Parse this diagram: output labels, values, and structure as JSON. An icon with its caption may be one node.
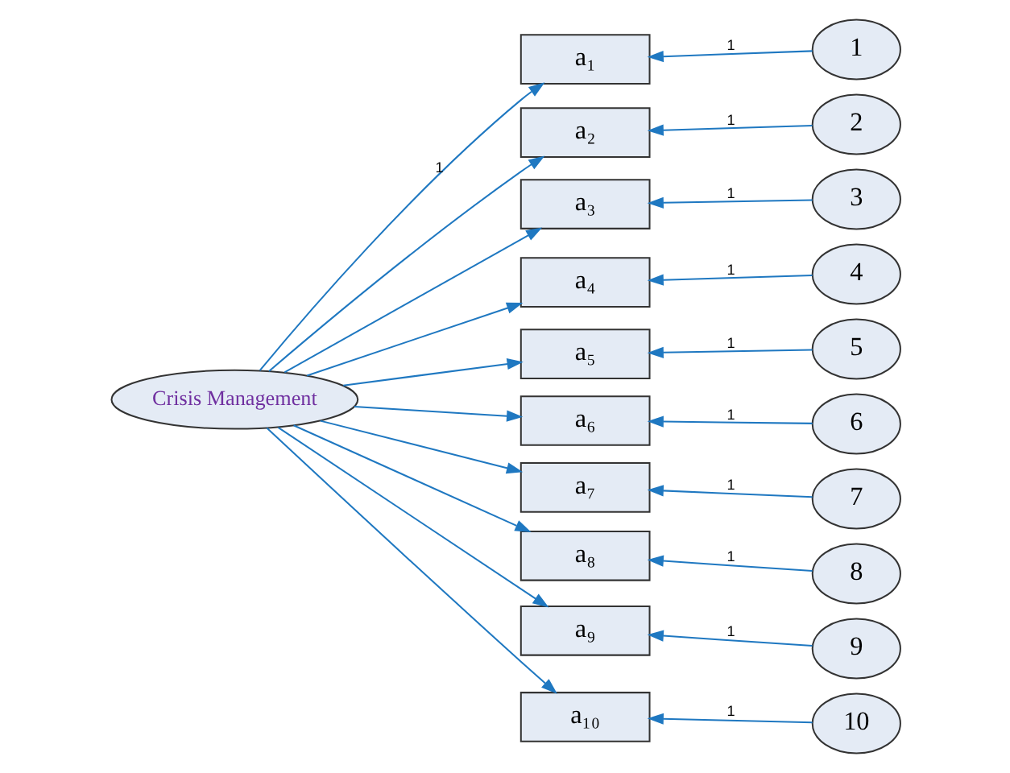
{
  "diagram": {
    "nodes": [
      {
        "text": [
          "Crisis Management"
        ]
      },
      {
        "text": [
          "a₁"
        ]
      },
      {
        "text": [
          "a₂"
        ]
      },
      {
        "text": [
          "a₃"
        ]
      },
      {
        "text": [
          "a₄"
        ]
      },
      {
        "text": [
          "a₅"
        ]
      },
      {
        "text": [
          "a₆"
        ]
      },
      {
        "text": [
          "a₇"
        ]
      },
      {
        "text": [
          "a₈"
        ]
      },
      {
        "text": [
          "a₉"
        ]
      },
      {
        "text": [
          "a₁₀"
        ]
      },
      {
        "text": [
          "1"
        ]
      },
      {
        "text": [
          "2"
        ]
      },
      {
        "text": [
          "3"
        ]
      },
      {
        "text": [
          "4"
        ]
      },
      {
        "text": [
          "5"
        ]
      },
      {
        "text": [
          "6"
        ]
      },
      {
        "text": [
          "7"
        ]
      },
      {
        "text": [
          "8"
        ]
      },
      {
        "text": [
          "9"
        ]
      },
      {
        "text": [
          "10"
        ]
      }
    ],
    "edges": [
      {
        "from": 0,
        "to": 1,
        "arrow": "to",
        "label": "1"
      },
      {
        "from": 0,
        "to": 2,
        "arrow": "to"
      },
      {
        "from": 0,
        "to": 3,
        "arrow": "to"
      },
      {
        "from": 0,
        "to": 4,
        "arrow": "to"
      },
      {
        "from": 0,
        "to": 5,
        "arrow": "to"
      },
      {
        "from": 0,
        "to": 6,
        "arrow": "to"
      },
      {
        "from": 0,
        "to": 7,
        "arrow": "to"
      },
      {
        "from": 0,
        "to": 8,
        "arrow": "to"
      },
      {
        "from": 0,
        "to": 9,
        "arrow": "to"
      },
      {
        "from": 0,
        "to": 10,
        "arrow": "to"
      },
      {
        "from": 11,
        "to": 1,
        "arrow": "to",
        "label": "1"
      },
      {
        "from": 12,
        "to": 2,
        "arrow": "to",
        "label": "1"
      },
      {
        "from": 13,
        "to": 3,
        "arrow": "to",
        "label": "1"
      },
      {
        "from": 14,
        "to": 4,
        "arrow": "to",
        "label": "1"
      },
      {
        "from": 15,
        "to": 5,
        "arrow": "to",
        "label": "1"
      },
      {
        "from": 16,
        "to": 6,
        "arrow": "to",
        "label": "1"
      },
      {
        "from": 17,
        "to": 7,
        "arrow": "to",
        "label": "1"
      },
      {
        "from": 18,
        "to": 8,
        "arrow": "to",
        "label": "1"
      },
      {
        "from": 19,
        "to": 9,
        "arrow": "to",
        "label": "1"
      },
      {
        "from": 20,
        "to": 10,
        "arrow": "to",
        "label": "1"
      }
    ]
  }
}
